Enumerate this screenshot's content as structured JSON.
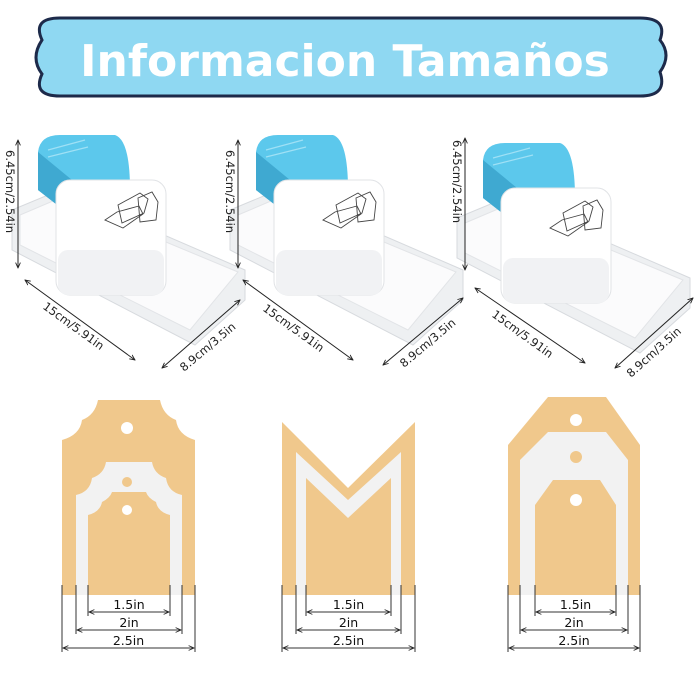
{
  "title": "Informacion Tamaños",
  "colors": {
    "banner": "#8fd8f2",
    "banner_outline": "#1d2a4a",
    "handle": "#5cc8ec",
    "tag": "#f0c88c",
    "band": "#f2f2f2"
  },
  "punches": [
    {
      "height": "6.45cm/2.54in",
      "length": "15cm/5.91in",
      "width": "8.9cm/3.5in"
    },
    {
      "height": "6.45cm/2.54in",
      "length": "15cm/5.91in",
      "width": "8.9cm/3.5in"
    },
    {
      "height": "6.45cm/2.54in",
      "length": "15cm/5.91in",
      "width": "8.9cm/3.5in"
    }
  ],
  "tags": [
    {
      "small": "1.5in",
      "medium": "2in",
      "large": "2.5in"
    },
    {
      "small": "1.5in",
      "medium": "2in",
      "large": "2.5in"
    },
    {
      "small": "1.5in",
      "medium": "2in",
      "large": "2.5in"
    }
  ]
}
